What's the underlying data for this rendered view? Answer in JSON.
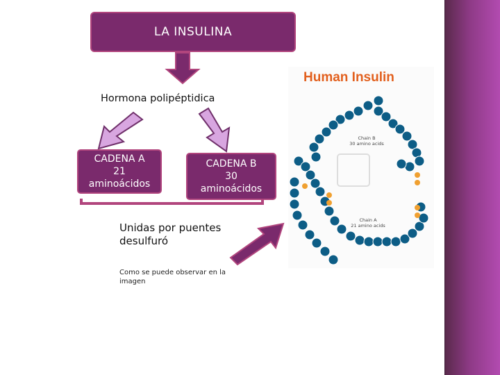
{
  "title": "LA INSULINA",
  "subtitle": "Hormona polipéptidica",
  "chain_a": [
    "CADENA A",
    "21",
    "aminoácidos"
  ],
  "chain_b": [
    "CADENA B",
    "30",
    "aminoácidos"
  ],
  "bond_text": "Unidas por puentes desulfuró",
  "note_text": "Como se puede observar en la imagen",
  "figure": {
    "title": "Human Insulin",
    "chain_b_label": [
      "Chain B",
      "30 amino acids"
    ],
    "chain_a_label": [
      "Chain A",
      "21 amino acids"
    ]
  },
  "colors": {
    "box_fill": "#7a2a6c",
    "box_border": "#b1457d",
    "arrow_fill": "#d8a6e0",
    "arrow_stroke": "#6f2f6a",
    "figure_title": "#e2601e",
    "bead_fill": "#0d5d86"
  }
}
